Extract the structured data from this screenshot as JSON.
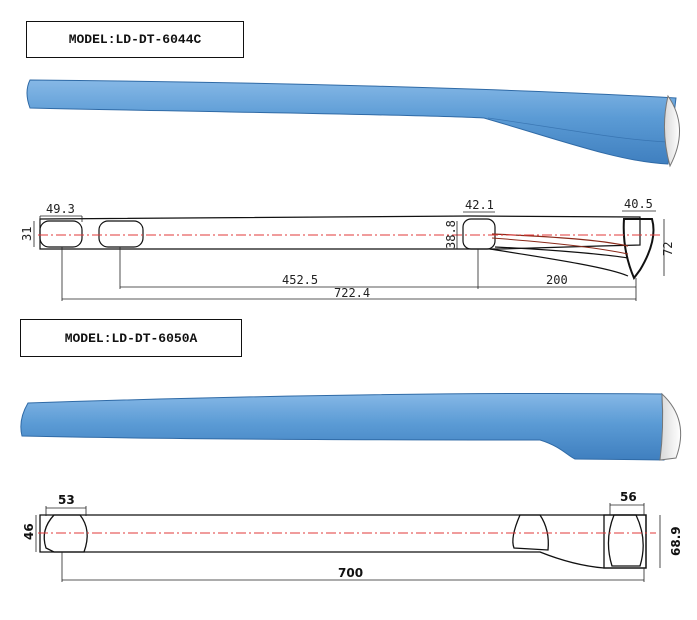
{
  "models": [
    {
      "label": "MODEL:LD-DT-6044C",
      "dimensions": {
        "end_width": "49.3",
        "end_height": "31",
        "mid_width": "42.1",
        "mid_height": "38.8",
        "tip_width": "40.5",
        "tip_height": "72",
        "span_inner": "452.5",
        "span_tip": "200",
        "overall_length": "722.4"
      }
    },
    {
      "label": "MODEL:LD-DT-6050A",
      "dimensions": {
        "end_width": "53",
        "end_height": "46",
        "tip_width": "56",
        "tip_height": "68.9",
        "overall_length": "700"
      }
    }
  ],
  "colors": {
    "body_blue": "#5b9bd5",
    "body_blue_dark": "#3f7fbf",
    "centerline_red": "#e23a3a",
    "line": "#111111"
  }
}
